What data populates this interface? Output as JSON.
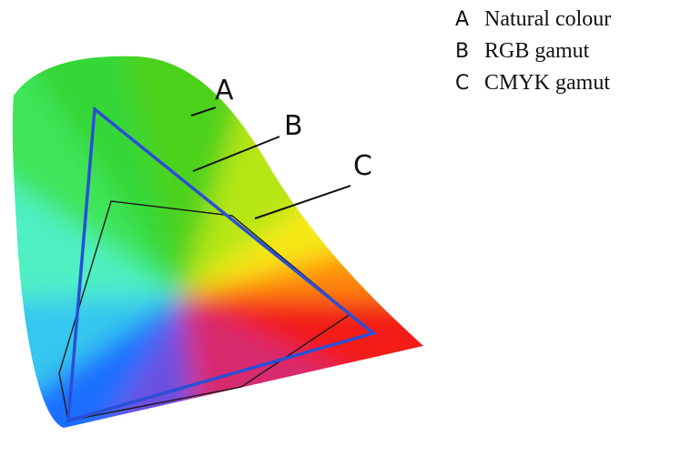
{
  "legend": {
    "items": [
      {
        "key": "A",
        "label": "Natural colour"
      },
      {
        "key": "B",
        "label": "RGB gamut"
      },
      {
        "key": "C",
        "label": "CMYK gamut"
      }
    ]
  },
  "callouts": {
    "a": "A",
    "b": "B",
    "c": "C"
  },
  "colors": {
    "rgb_outline": "#2a4fd6",
    "cmyk_outline": "#1a1a1a",
    "leader_lines": "#111111"
  }
}
